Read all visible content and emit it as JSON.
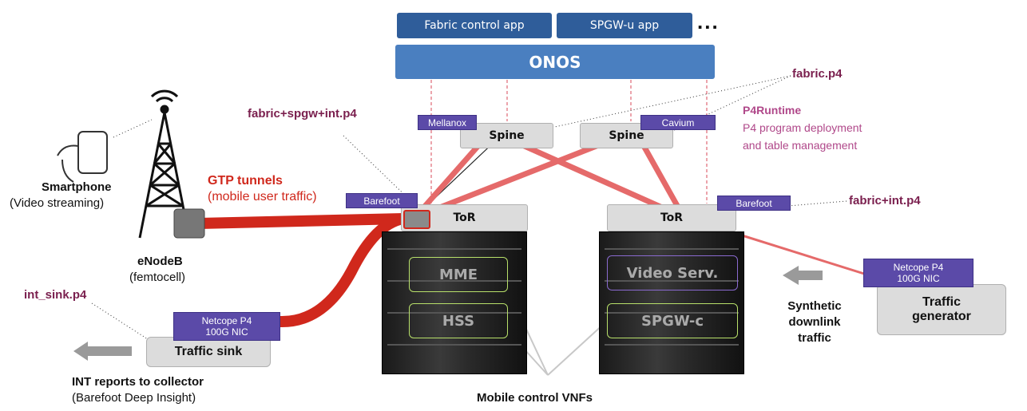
{
  "apps": {
    "fabric_control": "Fabric control app",
    "spgw_u": "SPGW-u app",
    "ellipsis": "..."
  },
  "onos": "ONOS",
  "p4_programs": {
    "fabric": "fabric.p4",
    "fabric_spgw_int": "fabric+spgw+int.p4",
    "fabric_int": "fabric+int.p4",
    "int_sink": "int_sink.p4"
  },
  "p4runtime": {
    "title": "P4Runtime",
    "line1": "P4 program deployment",
    "line2": "and table management"
  },
  "switches": {
    "spine_left": {
      "label": "Spine",
      "vendor": "Mellanox"
    },
    "spine_right": {
      "label": "Spine",
      "vendor": "Cavium"
    },
    "tor_left": {
      "label": "ToR",
      "vendor": "Barefoot"
    },
    "tor_right": {
      "label": "ToR",
      "vendor": "Barefoot"
    }
  },
  "vnfs": {
    "mme": "MME",
    "hss": "HSS",
    "video": "Video Serv.",
    "spgwc": "SPGW-c"
  },
  "gtp": {
    "title": "GTP tunnels",
    "subtitle": "(mobile user traffic)"
  },
  "smartphone": {
    "title": "Smartphone",
    "subtitle": "(Video streaming)"
  },
  "enodeb": {
    "title": "eNodeB",
    "subtitle": "(femtocell)"
  },
  "nic": {
    "line1": "Netcope P4",
    "line2": "100G NIC"
  },
  "traffic_sink": "Traffic sink",
  "traffic_generator": {
    "line1": "Traffic",
    "line2": "generator"
  },
  "int_reports": {
    "title": "INT reports to collector",
    "subtitle": "(Barefoot Deep Insight)"
  },
  "synthetic": {
    "line1": "Synthetic",
    "line2": "downlink",
    "line3": "traffic"
  },
  "mobile_vnfs": "Mobile control VNFs",
  "colors": {
    "app_button": "#2f5d9a",
    "onos": "#4a7fc0",
    "vendor_tag": "#5b4aa8",
    "gtp_tunnel": "#d0281c",
    "link": "#e56a6a",
    "p4_label": "#7a1f4e"
  },
  "icons": [
    "smartphone-icon",
    "cell-tower-icon",
    "server-rack",
    "arrow-left-icon"
  ]
}
